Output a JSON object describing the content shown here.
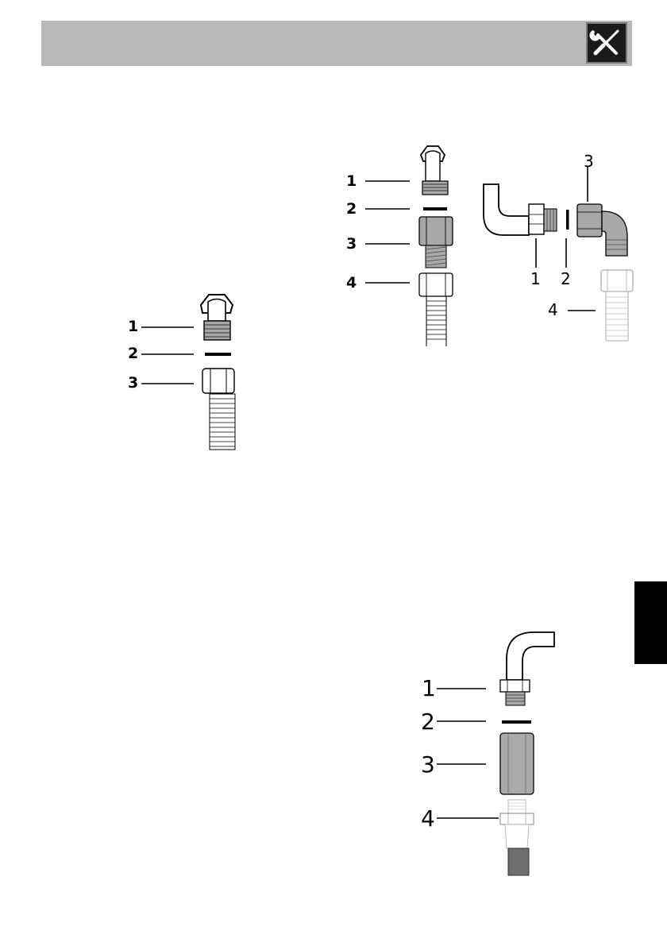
{
  "header": {
    "icon": "tools-icon",
    "bar_color": "#b9b9b9",
    "icon_color": "#1a1a1a"
  },
  "side_tab": {
    "color": "#000000"
  },
  "figures": {
    "fig_a": {
      "labels": [
        "1",
        "2",
        "3"
      ]
    },
    "fig_b": {
      "labels": [
        "1",
        "2",
        "3",
        "4"
      ]
    },
    "fig_c": {
      "labels": [
        "1",
        "2",
        "3",
        "4"
      ]
    },
    "fig_d": {
      "labels": [
        "1",
        "2",
        "3",
        "4"
      ]
    }
  }
}
